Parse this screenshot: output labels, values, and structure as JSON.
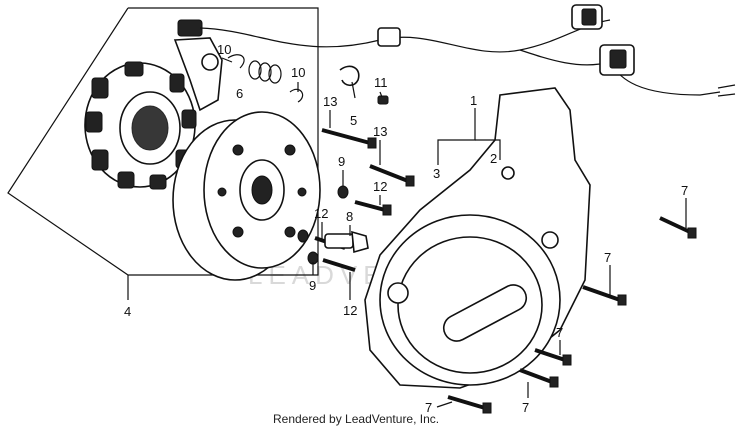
{
  "watermark": "LEADVENTURE",
  "footer": "Rendered by LeadVenture, Inc.",
  "labels": [
    "10",
    "10",
    "6",
    "5",
    "11",
    "13",
    "13",
    "9",
    "12",
    "12",
    "8",
    "9",
    "12",
    "4",
    "1",
    "2",
    "3",
    "7",
    "7",
    "7",
    "7",
    "7"
  ]
}
